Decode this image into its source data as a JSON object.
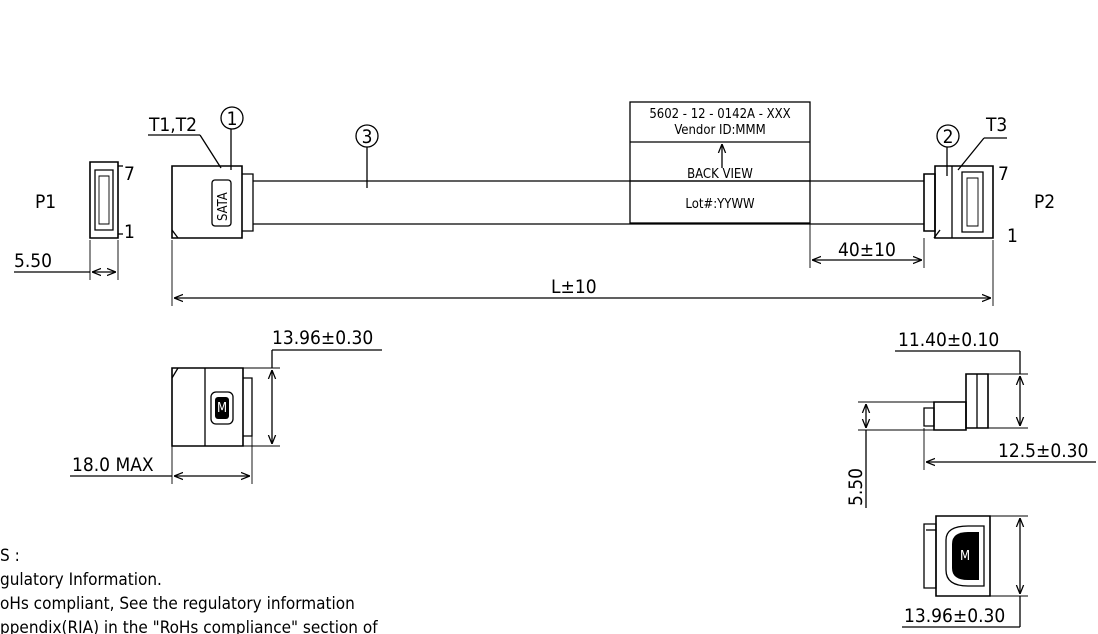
{
  "labels": {
    "t1t2": "T1,T2",
    "t3": "T3",
    "c1": "1",
    "c2": "2",
    "c3": "3",
    "p1": "P1",
    "p2": "P2",
    "pin7_left": "7",
    "pin1_left": "1",
    "pin7_right": "7",
    "pin1_right": "1",
    "sata": "SATA",
    "logo": "M"
  },
  "label_box": {
    "line1": "5602 - 12 - 0142A - XXX",
    "line2": "Vendor ID:MMM",
    "back_view": "BACK VIEW",
    "lot": "Lot#:YYWW"
  },
  "dimensions": {
    "left_width": "5.50",
    "strip": "40±10",
    "length": "L±10",
    "left_height": "13.96±0.30",
    "left_depth": "18.0  MAX",
    "right_top": "11.40±0.10",
    "right_offset": "12.5±0.30",
    "right_side": "5.50",
    "right_bottom": "13.96±0.30"
  },
  "notes": {
    "title": "S  :",
    "line1": "gulatory  Information.",
    "line2": "oHs  compliant,  See  the  regulatory  information",
    "line3": "ppendix(RIA)  in  the  \"RoHs  compliance\"  section  of"
  }
}
